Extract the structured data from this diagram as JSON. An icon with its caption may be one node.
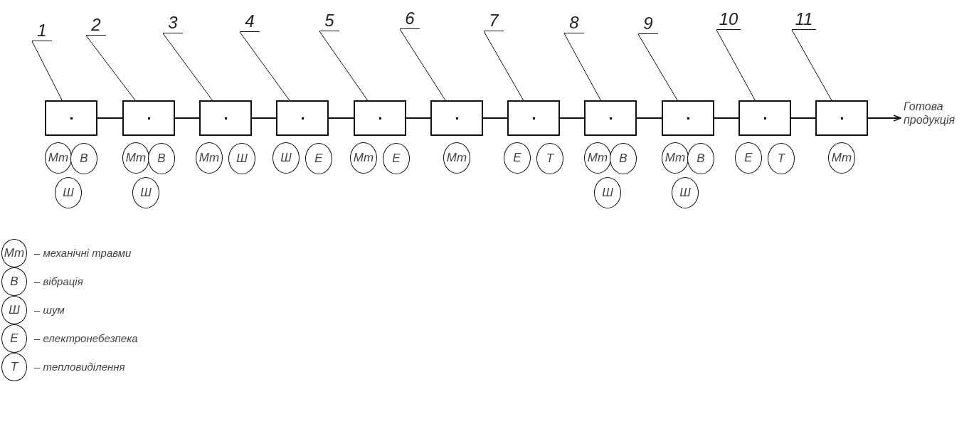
{
  "diagram": {
    "nodes": [
      {
        "text": [
          "1"
        ]
      },
      {
        "text": [
          "2"
        ]
      },
      {
        "text": [
          "3"
        ]
      },
      {
        "text": [
          "4"
        ]
      },
      {
        "text": [
          "5"
        ]
      },
      {
        "text": [
          "6"
        ]
      },
      {
        "text": [
          "7"
        ]
      },
      {
        "text": [
          "8"
        ]
      },
      {
        "text": [
          "9"
        ]
      },
      {
        "text": [
          "10"
        ]
      },
      {
        "text": [
          "11"
        ]
      },
      {
        "text": [],
        "shape": "box"
      },
      {
        "text": [],
        "shape": "box"
      },
      {
        "text": [],
        "shape": "box"
      },
      {
        "text": [],
        "shape": "box"
      },
      {
        "text": [],
        "shape": "box"
      },
      {
        "text": [],
        "shape": "box"
      },
      {
        "text": [],
        "shape": "box"
      },
      {
        "text": [],
        "shape": "box"
      },
      {
        "text": [],
        "shape": "box"
      },
      {
        "text": [],
        "shape": "box"
      },
      {
        "text": [],
        "shape": "box"
      },
      {
        "text": [
          "Готова продукція"
        ]
      },
      {
        "text": [
          "Мт"
        ]
      },
      {
        "text": [
          "В"
        ]
      },
      {
        "text": [
          "Ш"
        ]
      },
      {
        "text": [
          "Мт"
        ]
      },
      {
        "text": [
          "В"
        ]
      },
      {
        "text": [
          "Ш"
        ]
      },
      {
        "text": [
          "Мт"
        ]
      },
      {
        "text": [
          "Ш"
        ]
      },
      {
        "text": [
          "Ш"
        ]
      },
      {
        "text": [
          "Е"
        ]
      },
      {
        "text": [
          "Мт"
        ]
      },
      {
        "text": [
          "Е"
        ]
      },
      {
        "text": [
          "Мт"
        ]
      },
      {
        "text": [
          "Е"
        ]
      },
      {
        "text": [
          "Т"
        ]
      },
      {
        "text": [
          "Мт"
        ]
      },
      {
        "text": [
          "В"
        ]
      },
      {
        "text": [
          "Ш"
        ]
      },
      {
        "text": [
          "Мт"
        ]
      },
      {
        "text": [
          "В"
        ]
      },
      {
        "text": [
          "Ш"
        ]
      },
      {
        "text": [
          "Е"
        ]
      },
      {
        "text": [
          "Т"
        ]
      },
      {
        "text": [
          "Мт"
        ]
      },
      {
        "text": [
          "Мт"
        ]
      },
      {
        "text": [
          "В"
        ]
      },
      {
        "text": [
          "Ш"
        ]
      },
      {
        "text": [
          "Е"
        ]
      },
      {
        "text": [
          "Т"
        ]
      }
    ],
    "edges": [
      {
        "from": 11,
        "to": 12,
        "arrow": "none"
      },
      {
        "from": 12,
        "to": 13,
        "arrow": "none"
      },
      {
        "from": 13,
        "to": 14,
        "arrow": "none"
      },
      {
        "from": 14,
        "to": 15,
        "arrow": "none"
      },
      {
        "from": 15,
        "to": 16,
        "arrow": "none"
      },
      {
        "from": 16,
        "to": 17,
        "arrow": "none"
      },
      {
        "from": 17,
        "to": 18,
        "arrow": "none"
      },
      {
        "from": 18,
        "to": 19,
        "arrow": "none"
      },
      {
        "from": 19,
        "to": 20,
        "arrow": "none"
      },
      {
        "from": 20,
        "to": 21,
        "arrow": "none"
      },
      {
        "from": 21,
        "to": 22,
        "arrow": "to"
      },
      {
        "from": 0,
        "to": 11,
        "arrow": "none"
      },
      {
        "from": 1,
        "to": 12,
        "arrow": "none"
      },
      {
        "from": 2,
        "to": 13,
        "arrow": "none"
      },
      {
        "from": 3,
        "to": 14,
        "arrow": "none"
      },
      {
        "from": 4,
        "to": 15,
        "arrow": "none"
      },
      {
        "from": 5,
        "to": 16,
        "arrow": "none"
      },
      {
        "from": 6,
        "to": 17,
        "arrow": "none"
      },
      {
        "from": 7,
        "to": 18,
        "arrow": "none"
      },
      {
        "from": 8,
        "to": 19,
        "arrow": "none"
      },
      {
        "from": 9,
        "to": 20,
        "arrow": "none"
      },
      {
        "from": 10,
        "to": 21,
        "arrow": "none"
      }
    ],
    "legend": [
      {
        "text": "– механічні травми"
      },
      {
        "text": "– вібрація"
      },
      {
        "text": "– шум"
      },
      {
        "text": "– електронебезпека"
      },
      {
        "text": "– тепловиділення"
      }
    ]
  }
}
